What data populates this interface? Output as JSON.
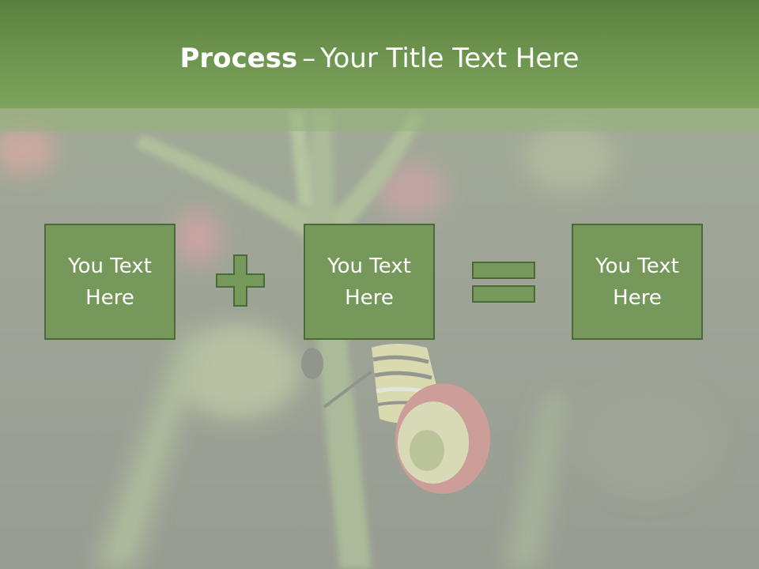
{
  "slide": {
    "title_bold": "Process",
    "title_dash": "–",
    "title_rest": "Your Title Text Here"
  },
  "process": {
    "boxes": [
      {
        "line1": "You Text",
        "line2": "Here"
      },
      {
        "line1": "You Text",
        "line2": "Here"
      },
      {
        "line1": "You Text",
        "line2": "Here"
      }
    ],
    "operators": [
      "plus-icon",
      "equals-icon"
    ]
  },
  "colors": {
    "title_bar": "#6f9650",
    "box_fill": "#76985a",
    "box_border": "#4c6a37",
    "text": "#ffffff"
  }
}
